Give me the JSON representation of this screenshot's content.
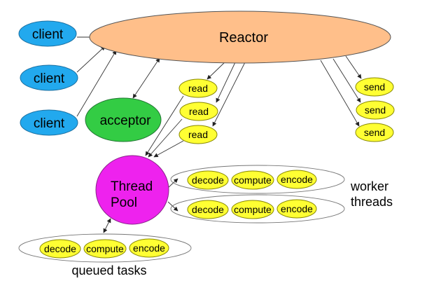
{
  "reactor": {
    "label": "Reactor",
    "fill": "#ffbf8a"
  },
  "clients": [
    {
      "label": "client"
    },
    {
      "label": "client"
    },
    {
      "label": "client"
    }
  ],
  "client_fill": "#22a9ee",
  "acceptor": {
    "label": "acceptor",
    "fill": "#33cc44"
  },
  "reads": [
    {
      "label": "read"
    },
    {
      "label": "read"
    },
    {
      "label": "read"
    }
  ],
  "sends": [
    {
      "label": "send"
    },
    {
      "label": "send"
    },
    {
      "label": "send"
    }
  ],
  "task_fill": "#ffff33",
  "thread_pool": {
    "line1": "Thread",
    "line2": "Pool",
    "fill": "#ee22ee"
  },
  "worker_rows": [
    {
      "tasks": [
        "decode",
        "compute",
        "encode"
      ]
    },
    {
      "tasks": [
        "decode",
        "compute",
        "encode"
      ]
    }
  ],
  "worker_caption": {
    "line1": "worker",
    "line2": "threads"
  },
  "queue_row": {
    "tasks": [
      "decode",
      "compute",
      "encode"
    ]
  },
  "queue_caption": "queued tasks"
}
